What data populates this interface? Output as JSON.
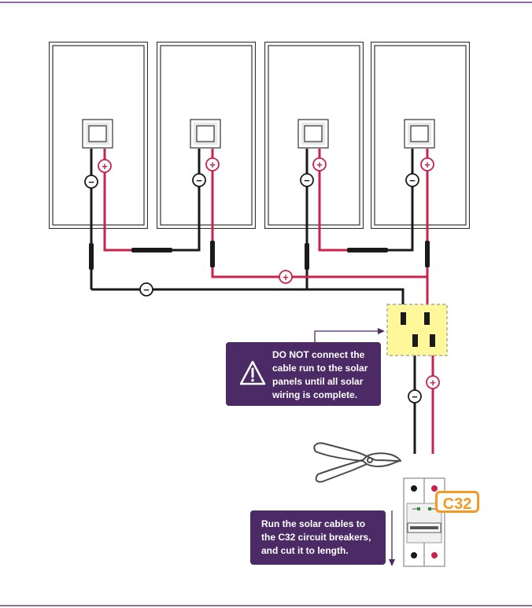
{
  "panels": {
    "count": 4,
    "minus_symbol": "−",
    "plus_symbol": "+"
  },
  "wiring": {
    "negative_symbol": "−",
    "positive_symbol": "+",
    "negative_color": "#1a1a1a",
    "positive_color": "#c8234b"
  },
  "warning_callout": {
    "icon": "warning-triangle-icon",
    "text": "DO NOT connect the\ncable run to the solar\npanels until all solar\nwiring is complete.",
    "color": "#4b2a66"
  },
  "cable_callout": {
    "text": "Run the solar cables to\nthe C32 circuit breakers,\nand cut it to length."
  },
  "breaker": {
    "label": "C32",
    "label_color": "#f39a23"
  },
  "tool": {
    "icon": "wire-cutter-icon"
  },
  "junction_box": {
    "fill": "#fff89a",
    "border": "#999999"
  }
}
